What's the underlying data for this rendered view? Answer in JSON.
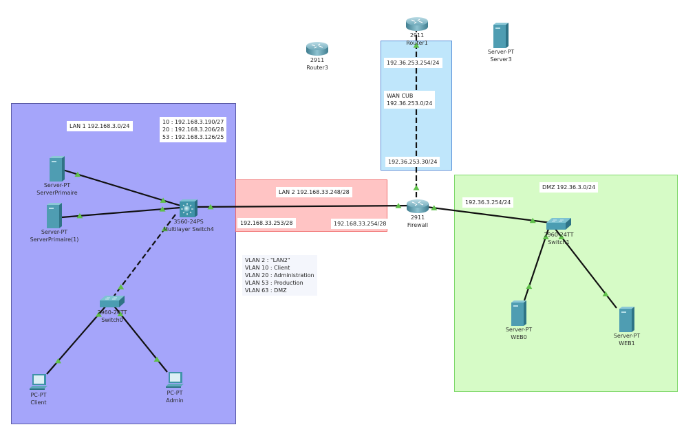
{
  "areas": {
    "lan1": {
      "color": "#a5a5fa"
    },
    "lan2": {
      "color": "#ffc4c4"
    },
    "wan": {
      "color": "#bfe6fb"
    },
    "dmz": {
      "color": "#d6fbc6"
    }
  },
  "notes": {
    "lan1_title": "LAN 1 192.168.3.0/24",
    "lan1_subnets": [
      "10 : 192.168.3.190/27",
      "20 : 192.168.3.206/28",
      "53 : 192.168.3.126/25"
    ],
    "lan2_title": "LAN 2 192.168.33.248/28",
    "lan2_left_ip": "192.168.33.253/28",
    "lan2_right_ip": "192.168.33.254/28",
    "wan_top_ip": "192.36.253.254/24",
    "wan_title": [
      "WAN CUB",
      "192.36.253.0/24"
    ],
    "wan_bottom_ip": "192.36.253.30/24",
    "dmz_title": "DMZ 192.36.3.0/24",
    "dmz_gateway_ip": "192.36.3.254/24",
    "vlan_list": [
      "VLAN 2 : \"LAN2\"",
      "VLAN 10 : Client",
      "VLAN 20 : Administration",
      "VLAN 53 : Production",
      "VLAN 63 : DMZ"
    ]
  },
  "devices": {
    "router3": {
      "model": "2911",
      "name": "Router3"
    },
    "router1": {
      "model": "2911",
      "name": "Router1"
    },
    "server3": {
      "model": "Server-PT",
      "name": "Server3"
    },
    "firewall": {
      "model": "2911",
      "name": "Firewall"
    },
    "mls4": {
      "model": "3560-24PS",
      "name": "Multilayer Switch4"
    },
    "server_primaire": {
      "model": "Server-PT",
      "name": "ServerPrimaire"
    },
    "server_primaire1": {
      "model": "Server-PT",
      "name": "ServerPrimaire(1)"
    },
    "switch0": {
      "model": "2960-24TT",
      "name": "Switch0"
    },
    "pc_client": {
      "model": "PC-PT",
      "name": "Client"
    },
    "pc_admin": {
      "model": "PC-PT",
      "name": "Admin"
    },
    "switch1": {
      "model": "2960-24TT",
      "name": "Switch1"
    },
    "web0": {
      "model": "Server-PT",
      "name": "WEB0"
    },
    "web1": {
      "model": "Server-PT",
      "name": "WEB1"
    }
  },
  "links": [
    {
      "from": "server_primaire",
      "to": "mls4",
      "style": "solid"
    },
    {
      "from": "server_primaire1",
      "to": "mls4",
      "style": "solid"
    },
    {
      "from": "mls4",
      "to": "switch0",
      "style": "dashed"
    },
    {
      "from": "switch0",
      "to": "pc_client",
      "style": "solid"
    },
    {
      "from": "switch0",
      "to": "pc_admin",
      "style": "solid"
    },
    {
      "from": "mls4",
      "to": "firewall",
      "style": "solid"
    },
    {
      "from": "firewall",
      "to": "router1",
      "style": "dashed"
    },
    {
      "from": "firewall",
      "to": "switch1",
      "style": "solid"
    },
    {
      "from": "switch1",
      "to": "web0",
      "style": "solid"
    },
    {
      "from": "switch1",
      "to": "web1",
      "style": "solid"
    }
  ],
  "link_status_color": "#5fc04a"
}
